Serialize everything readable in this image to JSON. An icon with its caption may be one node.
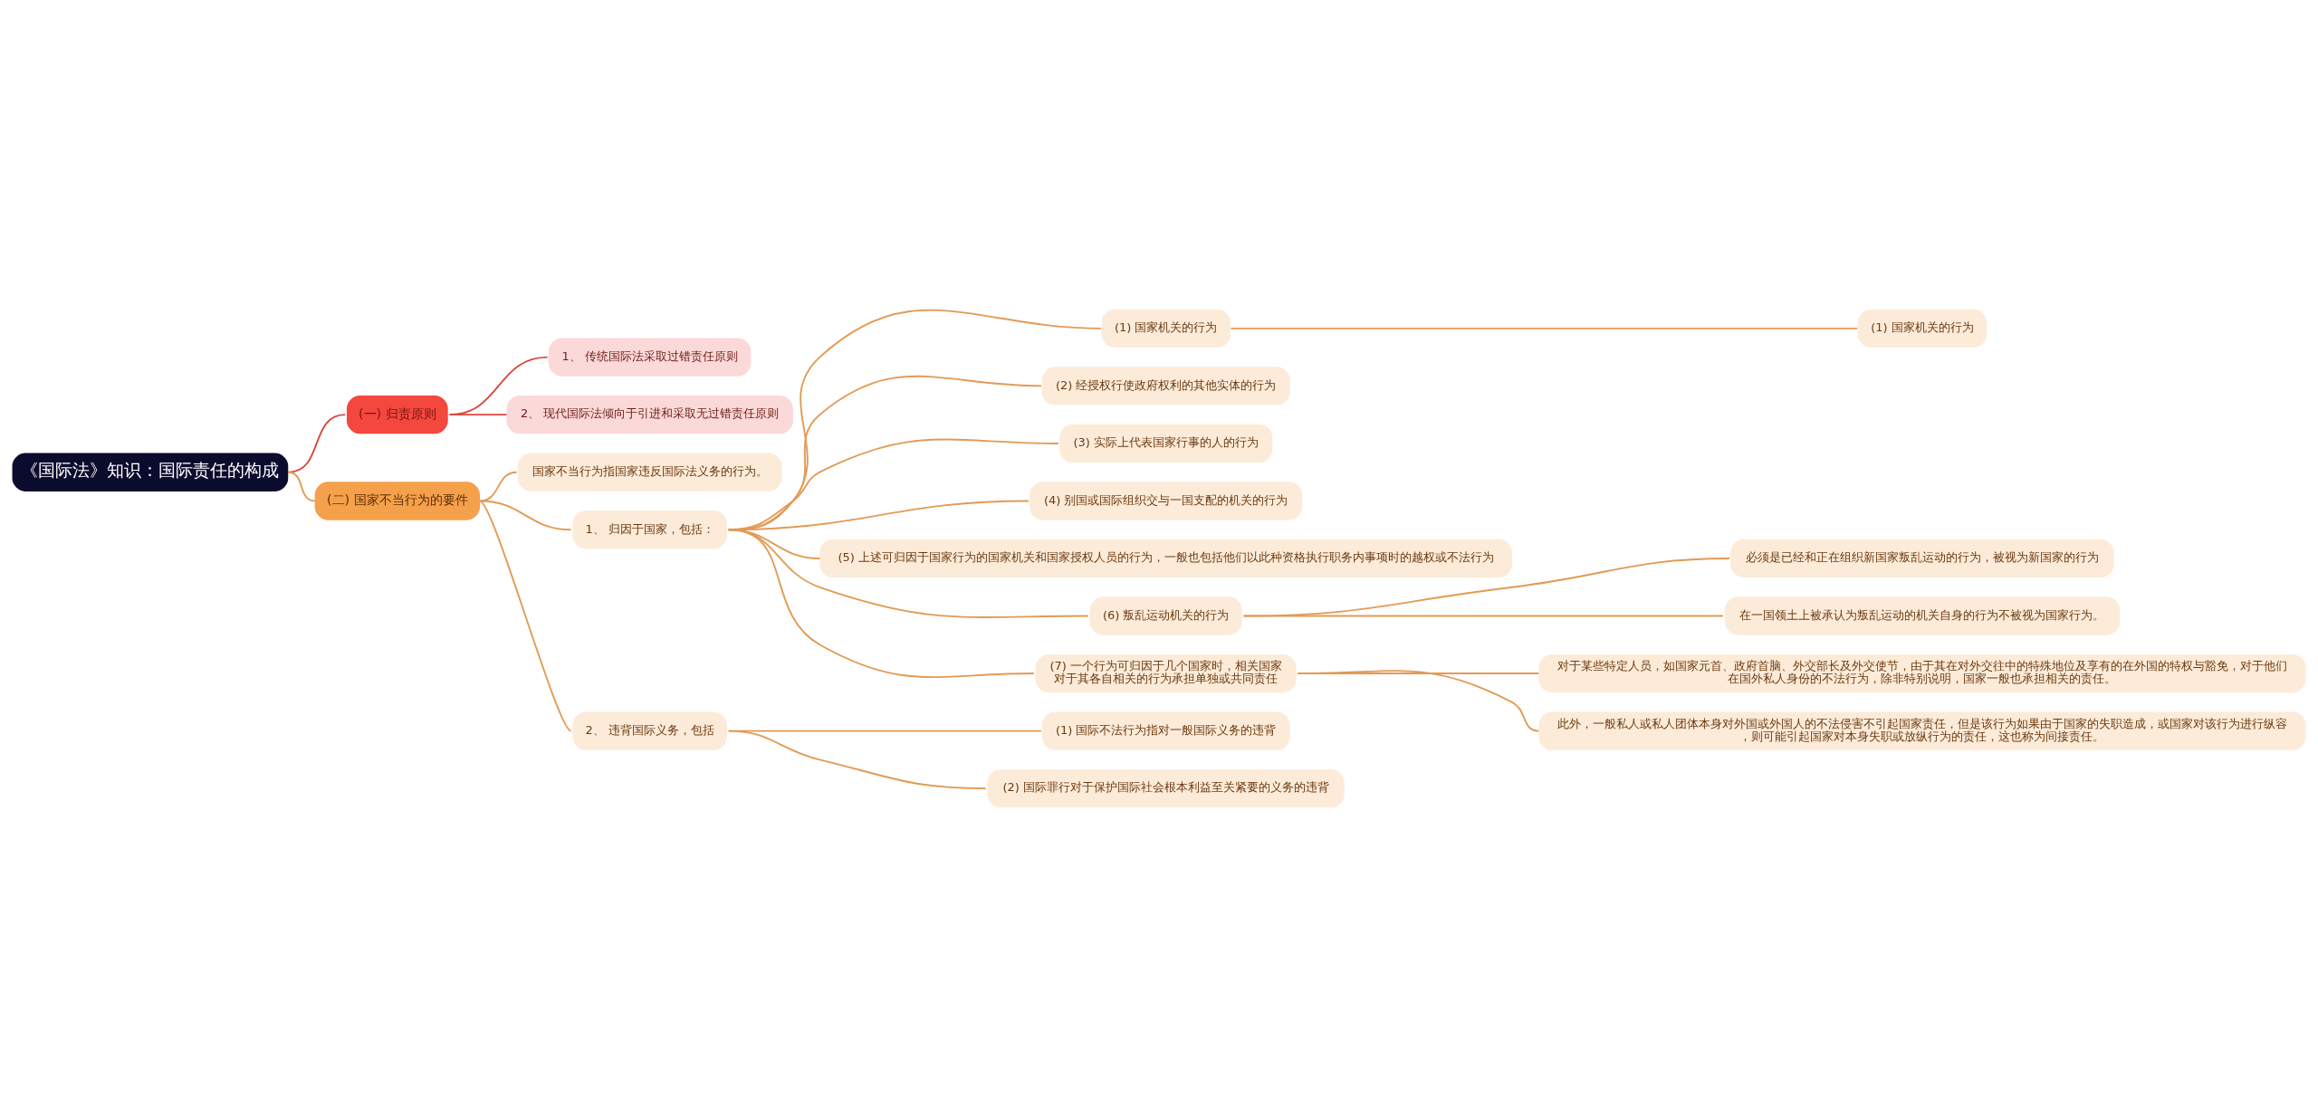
{
  "diagram": {
    "nodes": [
      {
        "text": [
          "《国际法》知识：国际责任的构成"
        ]
      },
      {
        "text": [
          "(一) 归责原则"
        ]
      },
      {
        "text": [
          "1、 传统国际法采取过错责任原则"
        ]
      },
      {
        "text": [
          "2、 现代国际法倾向于引进和采取无过错责任原则"
        ]
      },
      {
        "text": [
          "(二) 国家不当行为的要件"
        ]
      },
      {
        "text": [
          "国家不当行为指国家违反国际法义务的行为。"
        ]
      },
      {
        "text": [
          "1、 归因于国家，包括："
        ]
      },
      {
        "text": [
          "(1) 国家机关的行为"
        ]
      },
      {
        "text": [
          "(1) 国家机关的行为"
        ]
      },
      {
        "text": [
          "(2) 经授权行使政府权利的其他实体的行为"
        ]
      },
      {
        "text": [
          "(3) 实际上代表国家行事的人的行为"
        ]
      },
      {
        "text": [
          "(4) 别国或国际组织交与一国支配的机关的行为"
        ]
      },
      {
        "text": [
          "(5) 上述可归因于国家行为的国家机关和国家授权人员的行为，一般也包括他们以此种资格执行职务内事项时的越权或不法行为"
        ]
      },
      {
        "text": [
          "(6) 叛乱运动机关的行为"
        ]
      },
      {
        "text": [
          "必须是已经和正在组织新国家叛乱运动的行为，被视为新国家的行为"
        ]
      },
      {
        "text": [
          "在一国领土上被承认为叛乱运动的机关自身的行为不被视为国家行为。"
        ]
      },
      {
        "text": [
          "(7) 一个行为可归因于几个国家时，相关国家对于其各自相关的行为承担单独或共同责任"
        ]
      },
      {
        "text": [
          "对于某些特定人员，如国家元首、政府首脑、外交部长及外交使节，由于其在对外交往中的特殊地位及享有的在外国的特权与豁免，对于他们在国外私人身份的不法行为，除非特别说明，国家一般也承担相关的责任。"
        ]
      },
      {
        "text": [
          "此外，一般私人或私人团体本身对外国或外国人的不法侵害不引起国家责任，但是该行为如果由于国家的失职造成，或国家对该行为进行纵容，则可能引起国家对本身失职或放纵行为的责任，这也称为间接责任。"
        ]
      },
      {
        "text": [
          "2、 违背国际义务，包括"
        ]
      },
      {
        "text": [
          "(1) 国际不法行为指对一般国际义务的违背"
        ]
      },
      {
        "text": [
          "(2) 国际罪行对于保护国际社会根本利益至关紧要的义务的违背"
        ]
      }
    ],
    "edges": [
      {
        "from": 0,
        "to": 1,
        "arrow": "none",
        "color": "#d9473f"
      },
      {
        "from": 1,
        "to": 2,
        "arrow": "none",
        "color": "#d9473f"
      },
      {
        "from": 1,
        "to": 3,
        "arrow": "none",
        "color": "#d9473f"
      },
      {
        "from": 0,
        "to": 4,
        "arrow": "none"
      },
      {
        "from": 4,
        "to": 5,
        "arrow": "none"
      },
      {
        "from": 4,
        "to": 6,
        "arrow": "none"
      },
      {
        "from": 6,
        "to": 7,
        "arrow": "none"
      },
      {
        "from": 7,
        "to": 8,
        "arrow": "none"
      },
      {
        "from": 6,
        "to": 9,
        "arrow": "none"
      },
      {
        "from": 6,
        "to": 10,
        "arrow": "none"
      },
      {
        "from": 6,
        "to": 11,
        "arrow": "none"
      },
      {
        "from": 6,
        "to": 12,
        "arrow": "none"
      },
      {
        "from": 6,
        "to": 13,
        "arrow": "none"
      },
      {
        "from": 13,
        "to": 14,
        "arrow": "none"
      },
      {
        "from": 13,
        "to": 15,
        "arrow": "none"
      },
      {
        "from": 6,
        "to": 16,
        "arrow": "none"
      },
      {
        "from": 16,
        "to": 17,
        "arrow": "none"
      },
      {
        "from": 16,
        "to": 18,
        "arrow": "none"
      },
      {
        "from": 4,
        "to": 19,
        "arrow": "none"
      },
      {
        "from": 19,
        "to": 20,
        "arrow": "none"
      },
      {
        "from": 19,
        "to": 21,
        "arrow": "none"
      }
    ]
  }
}
